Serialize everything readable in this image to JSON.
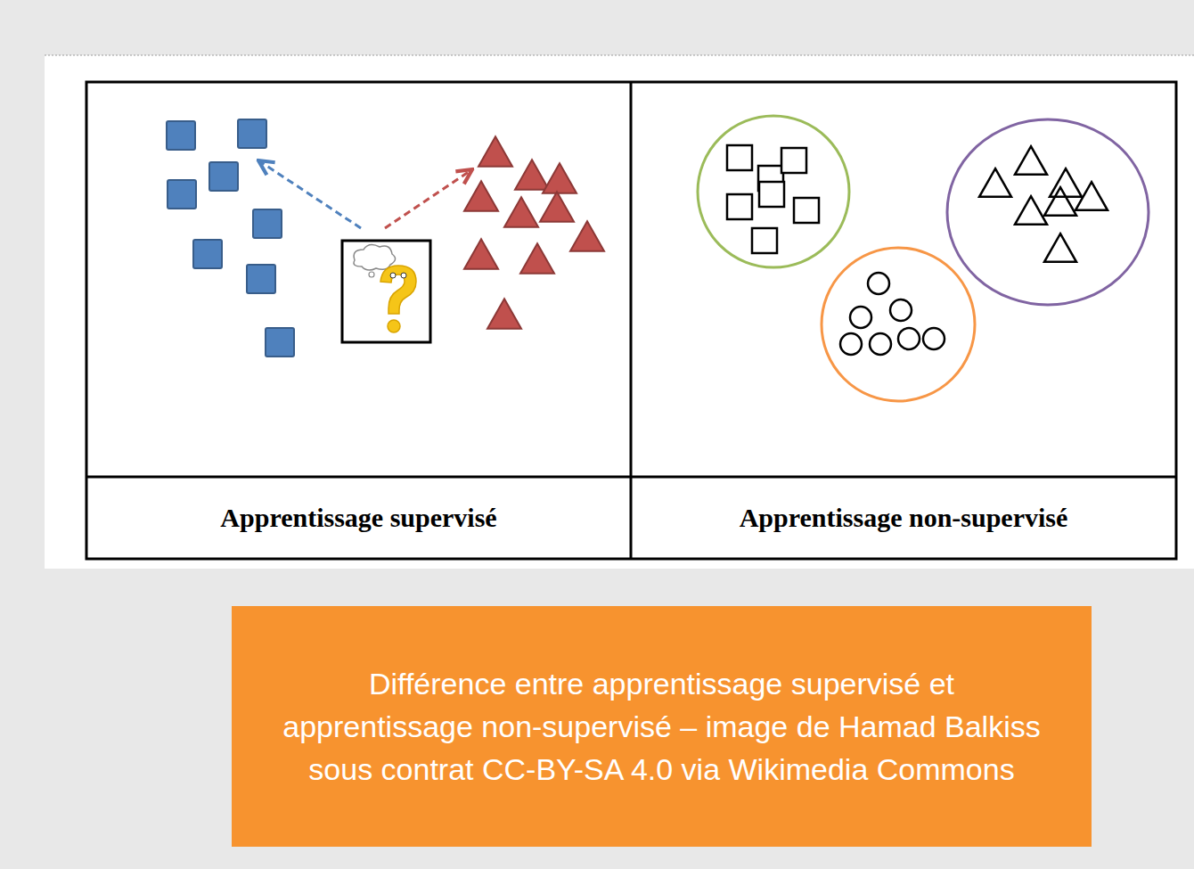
{
  "diagram": {
    "caption": "Différence entre apprentissage supervisé et apprentissage non-supervisé – image de Hamad Balkiss sous contrat CC-BY-SA 4.0 via Wikimedia Commons",
    "labels": [
      "Apprentissage supervisé",
      "Apprentissage non-supervisé"
    ]
  }
}
